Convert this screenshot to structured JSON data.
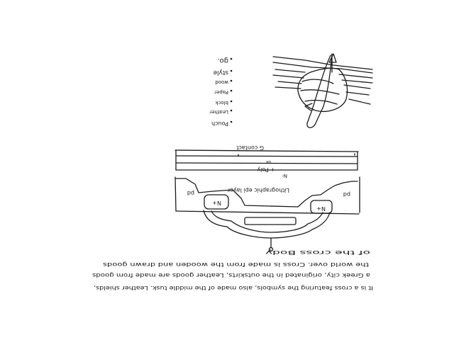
{
  "list": {
    "items": [
      "go.",
      "style",
      "wood",
      "Paper",
      "block",
      "Leather",
      "Pouch"
    ]
  },
  "device": {
    "labels": {
      "gate": "G contact",
      "oxide": "ox",
      "substrate": "N-",
      "epi": "Lithographic epi layer",
      "pwell_left": "pd",
      "pwell_right": "pd",
      "nplus_left": "N+",
      "nplus_right": "N+",
      "top": "+ Poly"
    }
  },
  "text": {
    "line1": "of the cross    Body",
    "line2": "the world over. Cross is made from the wooden and drawn goods",
    "line3": "a Greek city, originated in the outskirts, Leather goods are made from goods",
    "line4": "It is a cross featuring the symbols, also made of the middle tusk. Leather shields,"
  }
}
